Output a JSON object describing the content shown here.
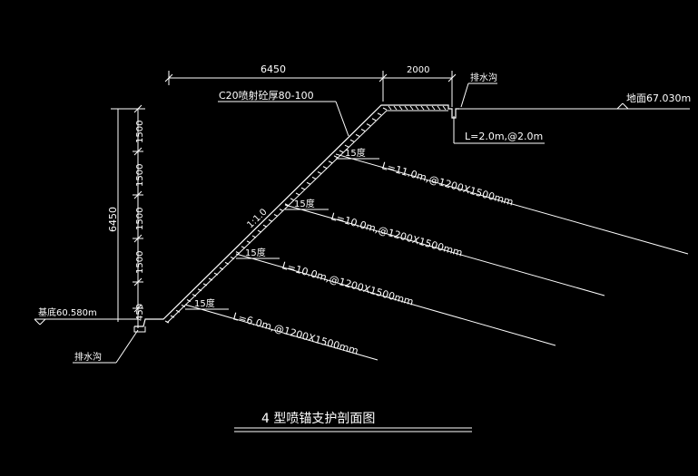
{
  "dims": {
    "top_total": "6450",
    "top_berm": "2000",
    "vertical_total": "6450",
    "v1": "1500",
    "v2": "1500",
    "v3": "1500",
    "v4": "1500",
    "v5": "450"
  },
  "labels": {
    "shotcrete": "C20喷射砼厚80-100",
    "slope_ratio": "1:1.0",
    "drain_top": "排水沟",
    "drain_bottom": "排水沟",
    "ground_level": "地面67.030m",
    "pit_bottom": "基底60.580m",
    "top_nail": "L=2.0m,@2.0m"
  },
  "anchors": [
    {
      "angle": "15度",
      "spec": "L=11.0m,@1200X1500mm"
    },
    {
      "angle": "15度",
      "spec": "L=10.0m,@1200X1500mm"
    },
    {
      "angle": "15度",
      "spec": "L=10.0m,@1200X1500mm"
    },
    {
      "angle": "15度",
      "spec": "L=6.0m,@1200X1500mm"
    }
  ],
  "title": "4 型喷锚支护剖面图"
}
